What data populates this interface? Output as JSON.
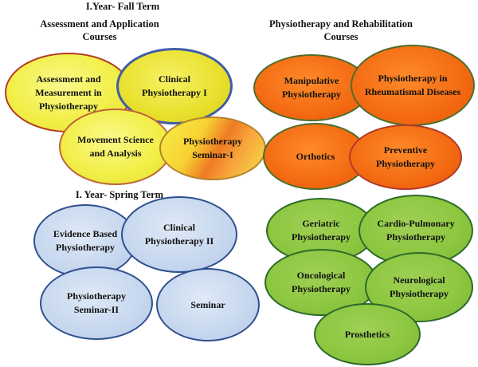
{
  "fall_term": {
    "title": "I.Year- Fall Term",
    "assessment_heading": "Assessment and Application Courses",
    "rehab_heading": "Physiotherapy and Rehabilitation Courses",
    "assessment_courses": [
      "Assessment and Measurement in Physiotherapy",
      "Clinical Physiotherapy I",
      "Movement Science and Analysis",
      "Physiotherapy Seminar-I"
    ],
    "rehab_courses": [
      "Manipulative Physiotherapy",
      "Physiotherapy in Rheumatismal Diseases",
      "Orthotics",
      "Preventive Physiotherapy"
    ]
  },
  "spring_term": {
    "title": "I. Year- Spring Term",
    "blue_courses": [
      "Evidence Based Physiotherapy",
      "Clinical Physiotherapy II",
      "Physiotherapy Seminar-II",
      "Seminar"
    ],
    "green_courses": [
      "Geriatric Physiotherapy",
      "Cardio-Pulmonary Physiotherapy",
      "Oncological Physiotherapy",
      "Neurological Physiotherapy",
      "Prosthetics"
    ]
  },
  "colors": {
    "yellow": "#f2ef4a",
    "orange": "#f36a12",
    "blue": "#c6d7ee",
    "green": "#8cc63f"
  }
}
